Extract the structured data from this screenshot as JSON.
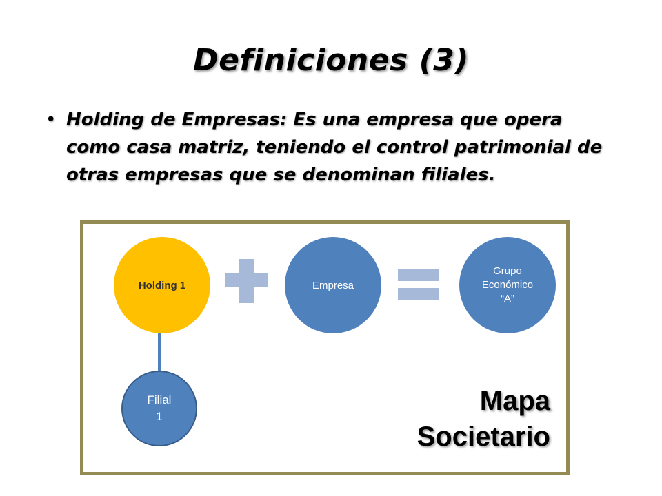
{
  "slide": {
    "title": "Definiciones (3)",
    "bullet_symbol": "•",
    "bullet_text": "Holding de Empresas: Es una empresa que opera como casa matriz, teniendo el control patrimonial de otras empresas que se denominan filiales."
  },
  "diagram": {
    "nodes": {
      "holding": "Holding  1",
      "empresa": "Empresa",
      "grupo": "Grupo\nEconómico\n“A”",
      "filial": "Filial\n1"
    },
    "label_line1": "Mapa",
    "label_line2": "Societario",
    "colors": {
      "holding": "#ffc000",
      "blue_node": "#4f81bd",
      "operator": "#a7b9d8",
      "frame": "#948a54"
    }
  }
}
